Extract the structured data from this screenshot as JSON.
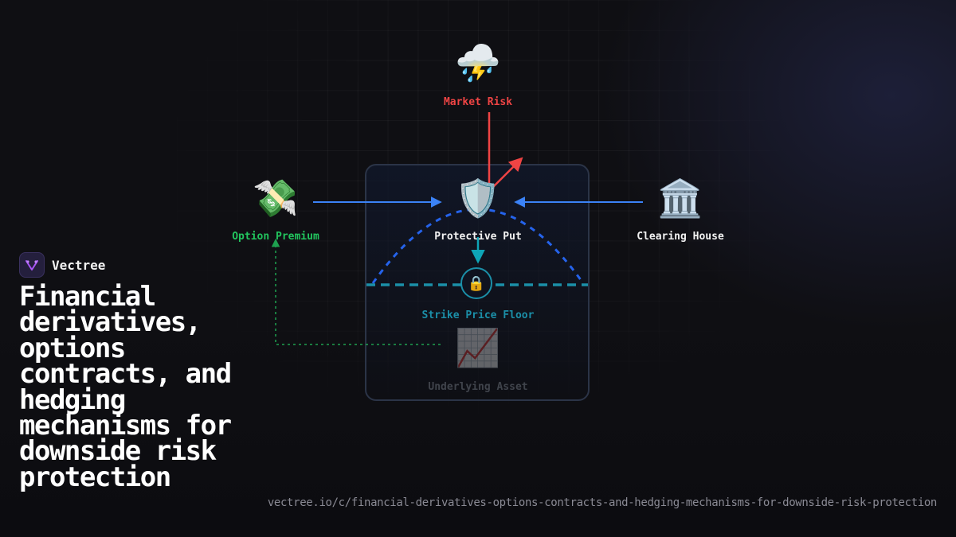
{
  "brand": {
    "name": "Vectree",
    "logo_icon": "v-logo-icon"
  },
  "title": "Financial derivatives, options contracts, and hedging mechanisms for downside risk protection",
  "url": "vectree.io/c/financial-derivatives-options-contracts-and-hedging-mechanisms-for-downside-risk-protection",
  "nodes": {
    "market_risk": {
      "label": "Market Risk",
      "icon": "⛈️",
      "icon_name": "storm-cloud-icon",
      "color": "#ef4444"
    },
    "option_premium": {
      "label": "Option Premium",
      "icon": "💸",
      "icon_name": "money-with-wings-icon",
      "color": "#22c55e"
    },
    "protective_put": {
      "label": "Protective Put",
      "icon": "🛡️",
      "icon_name": "shield-icon",
      "color": "#f2f2f2"
    },
    "clearing_house": {
      "label": "Clearing House",
      "icon": "🏛️",
      "icon_name": "bank-building-icon",
      "color": "#f2f2f2"
    },
    "strike_floor": {
      "label": "Strike Price Floor",
      "icon": "🔒",
      "icon_name": "lock-icon",
      "color": "#1b8fa8"
    },
    "underlying_asset": {
      "label": "Underlying Asset",
      "icon": "📈",
      "icon_name": "chart-increasing-icon",
      "color": "#9ca3af"
    }
  },
  "colors": {
    "risk_arrow": "#ef4444",
    "flow_arrow": "#3b82f6",
    "premium_arrow": "#22c55e",
    "floor_arrow": "#0ea5b7",
    "payoff_curve": "#2563eb"
  }
}
